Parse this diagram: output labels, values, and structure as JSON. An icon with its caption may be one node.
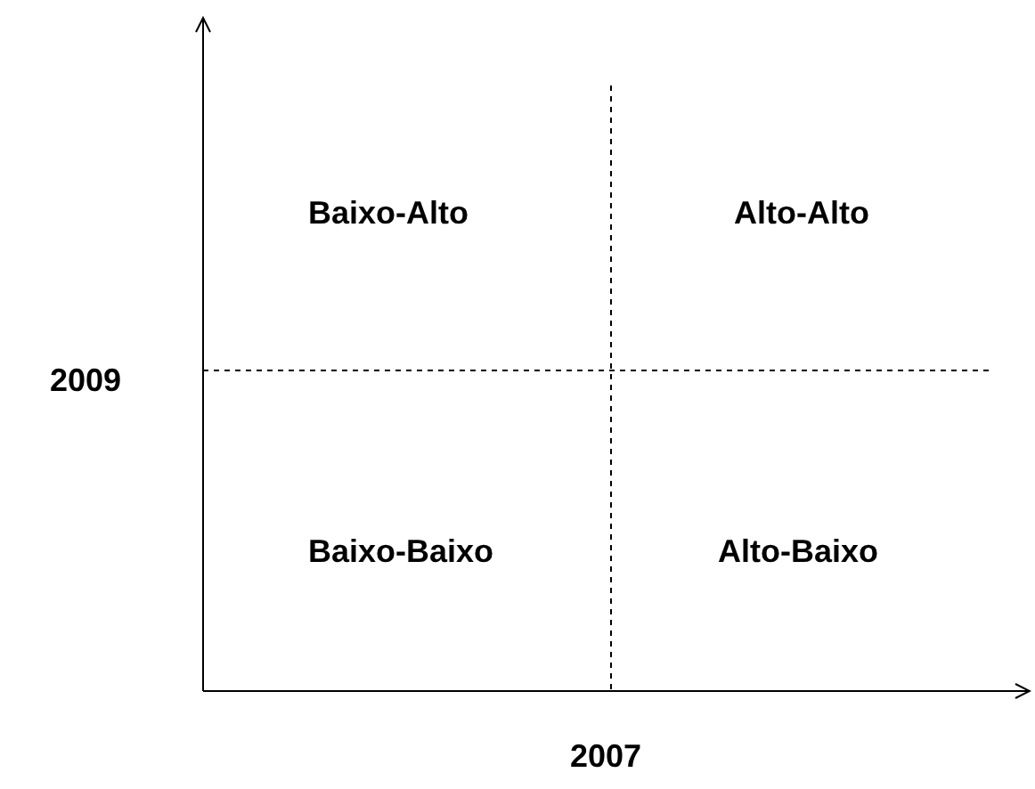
{
  "diagram": {
    "labels": [
      "Baixo-Alto",
      "Alto-Alto",
      "2009",
      "Baixo-Baixo",
      "Alto-Baixo",
      "2007"
    ]
  }
}
